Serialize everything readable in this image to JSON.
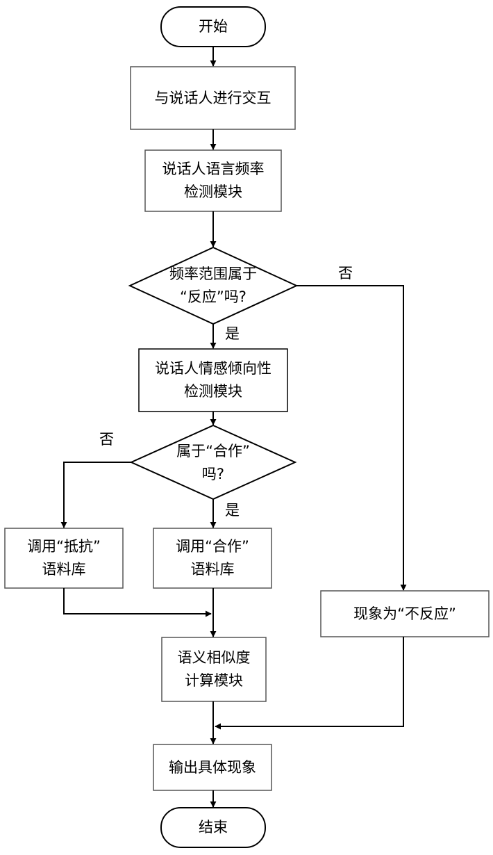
{
  "nodes": {
    "start": "开始",
    "interact": "与说话人进行交互",
    "freq_line1": "说话人语言频率",
    "freq_line2": "检测模块",
    "dec1_line1": "频率范围属于",
    "dec1_line2": "“反应”吗?",
    "emotion_line1": "说话人情感倾向性",
    "emotion_line2": "检测模块",
    "dec2_line1": "属于“合作”",
    "dec2_line2": "吗?",
    "resist_line1": "调用“抵抗”",
    "resist_line2": "语料库",
    "coop_line1": "调用“合作”",
    "coop_line2": "语料库",
    "no_react": "现象为“不反应”",
    "semantic_line1": "语义相似度",
    "semantic_line2": "计算模块",
    "output": "输出具体现象",
    "end": "结束"
  },
  "edge_labels": {
    "dec1_no": "否",
    "dec1_yes": "是",
    "dec2_no": "否",
    "dec2_yes": "是"
  }
}
